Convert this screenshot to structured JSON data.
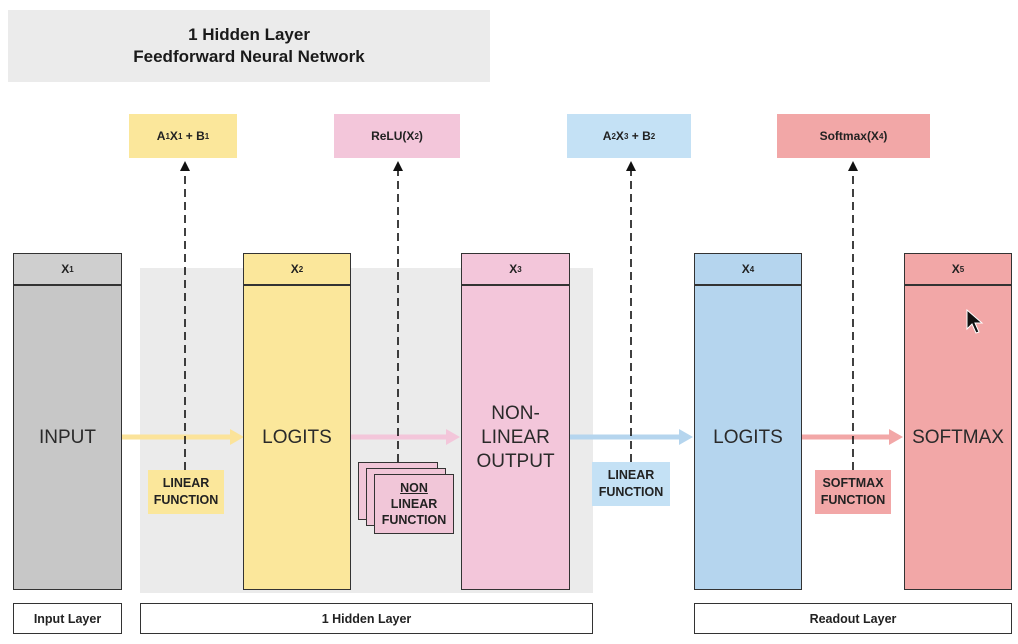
{
  "title": {
    "line1": "1 Hidden Layer",
    "line2": "Feedforward Neural Network"
  },
  "formulas": [
    {
      "id": "f1",
      "prefix": "A",
      "s1": "1",
      "mid": "X",
      "s2": "1",
      "suffix": " + B",
      "s3": "1",
      "color": "#fbe79b"
    },
    {
      "id": "f2",
      "text": "ReLU(X",
      "sub": "2",
      "close": ")",
      "color": "#f3c6da"
    },
    {
      "id": "f3",
      "prefix": "A",
      "s1": "2",
      "mid": "X",
      "s2": "3",
      "suffix": " + B",
      "s3": "2",
      "color": "#c4e1f5"
    },
    {
      "id": "f4",
      "text": "Softmax(X",
      "sub": "4",
      "close": ")",
      "color": "#f2a7a7"
    }
  ],
  "columns": [
    {
      "head": "X",
      "sub": "1",
      "body": "INPUT",
      "head_color": "#cfcfcf",
      "body_color": "#c7c7c7"
    },
    {
      "head": "X",
      "sub": "2",
      "body": "LOGITS",
      "head_color": "#fbe79b",
      "body_color": "#fbe79b"
    },
    {
      "head": "X",
      "sub": "3",
      "body_l1": "NON-",
      "body_l2": "LINEAR",
      "body_l3": "OUTPUT",
      "head_color": "#f3c6da",
      "body_color": "#f3c6da"
    },
    {
      "head": "X",
      "sub": "4",
      "body": "LOGITS",
      "head_color": "#b5d5ee",
      "body_color": "#b5d5ee"
    },
    {
      "head": "X",
      "sub": "5",
      "body": "SOFTMAX",
      "head_color": "#f2a7a7",
      "body_color": "#f2a7a7"
    }
  ],
  "function_labels": {
    "linear1": {
      "l1": "LINEAR",
      "l2": "FUNCTION"
    },
    "nonlinear": {
      "l1": "NON",
      "l2": "LINEAR",
      "l3": "FUNCTION"
    },
    "linear2": {
      "l1": "LINEAR",
      "l2": "FUNCTION"
    },
    "softmax": {
      "l1": "SOFTMAX",
      "l2": "FUNCTION"
    }
  },
  "layers": {
    "input": "Input Layer",
    "hidden": "1 Hidden Layer",
    "readout": "Readout Layer"
  },
  "arrow_colors": {
    "a1": "#fbe39a",
    "a2": "#f3c6da",
    "a3": "#b5d5ee",
    "a4": "#f2a7a7"
  }
}
